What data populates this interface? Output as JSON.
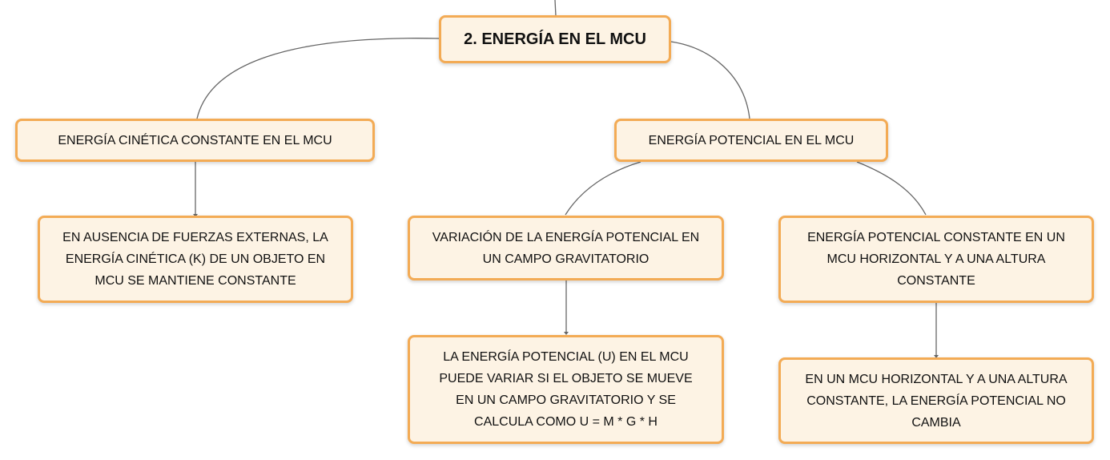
{
  "map": {
    "root": {
      "label": "2. ENERGÍA EN EL MCU"
    },
    "kinetic": {
      "title": "ENERGÍA CINÉTICA CONSTANTE EN EL MCU",
      "detail": "EN AUSENCIA DE FUERZAS EXTERNAS, LA ENERGÍA CINÉTICA (K) DE UN OBJETO EN MCU SE MANTIENE CONSTANTE"
    },
    "potential": {
      "title": "ENERGÍA POTENCIAL EN EL MCU",
      "variation": {
        "title": "VARIACIÓN DE LA ENERGÍA POTENCIAL EN UN CAMPO GRAVITATORIO",
        "detail": "LA ENERGÍA POTENCIAL (U) EN EL MCU PUEDE VARIAR SI EL OBJETO SE MUEVE EN UN CAMPO GRAVITATORIO Y SE CALCULA COMO U = M * G * H"
      },
      "constant": {
        "title": "ENERGÍA POTENCIAL CONSTANTE EN UN MCU HORIZONTAL Y A UNA ALTURA CONSTANTE",
        "detail": "EN UN MCU HORIZONTAL Y A UNA ALTURA CONSTANTE, LA ENERGÍA POTENCIAL NO CAMBIA"
      }
    }
  },
  "colors": {
    "node_border": "#f3ab55",
    "node_fill": "#fdf3e4",
    "connector": "#666666"
  }
}
